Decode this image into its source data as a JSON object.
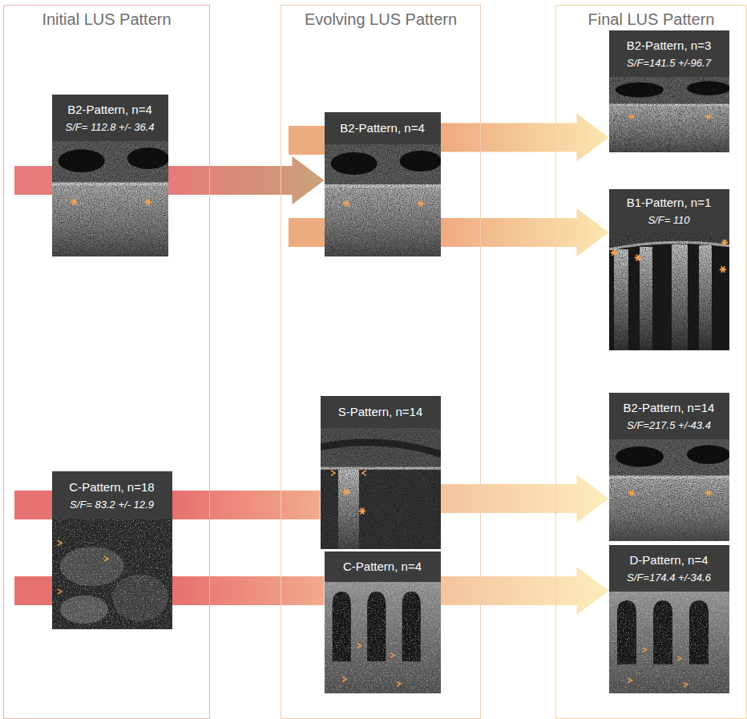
{
  "diagram": {
    "nodes": [
      {
        "text": [
          "Initial LUS Pattern"
        ]
      },
      {
        "text": [
          "B2-Pattern, n=4",
          "S/F= 112.8 +/- 36.4"
        ],
        "in": 0
      },
      {
        "text": [
          "C-Pattern, n=18",
          "S/F= 83.2 +/- 12.9"
        ],
        "in": 0
      },
      {
        "text": [
          "Evolving LUS Pattern"
        ]
      },
      {
        "text": [
          "B2-Pattern, n=4"
        ],
        "in": 3
      },
      {
        "text": [
          "S-Pattern, n=14"
        ],
        "in": 3
      },
      {
        "text": [
          "C-Pattern, n=4"
        ],
        "in": 3
      },
      {
        "text": [
          "Final LUS Pattern"
        ]
      },
      {
        "text": [
          "B2-Pattern, n=3",
          "S/F=141.5 +/-96.7"
        ],
        "in": 7
      },
      {
        "text": [
          "B1-Pattern, n=1",
          "S/F= 110"
        ],
        "in": 7
      },
      {
        "text": [
          "B2-Pattern, n=14",
          "S/F=217.5 +/-43.4"
        ],
        "in": 7
      },
      {
        "text": [
          "D-Pattern, n=4",
          "S/F=174.4 +/-34.6"
        ],
        "in": 7
      }
    ],
    "edges": [
      {
        "from": 1,
        "to": 4,
        "arrow": "to"
      },
      {
        "from": 4,
        "to": 8,
        "arrow": "to"
      },
      {
        "from": 4,
        "to": 9,
        "arrow": "to"
      },
      {
        "from": 2,
        "to": 5,
        "arrow": "none"
      },
      {
        "from": 2,
        "to": 6,
        "arrow": "none"
      },
      {
        "from": 5,
        "to": 10,
        "arrow": "to"
      },
      {
        "from": 6,
        "to": 11,
        "arrow": "to"
      }
    ]
  }
}
